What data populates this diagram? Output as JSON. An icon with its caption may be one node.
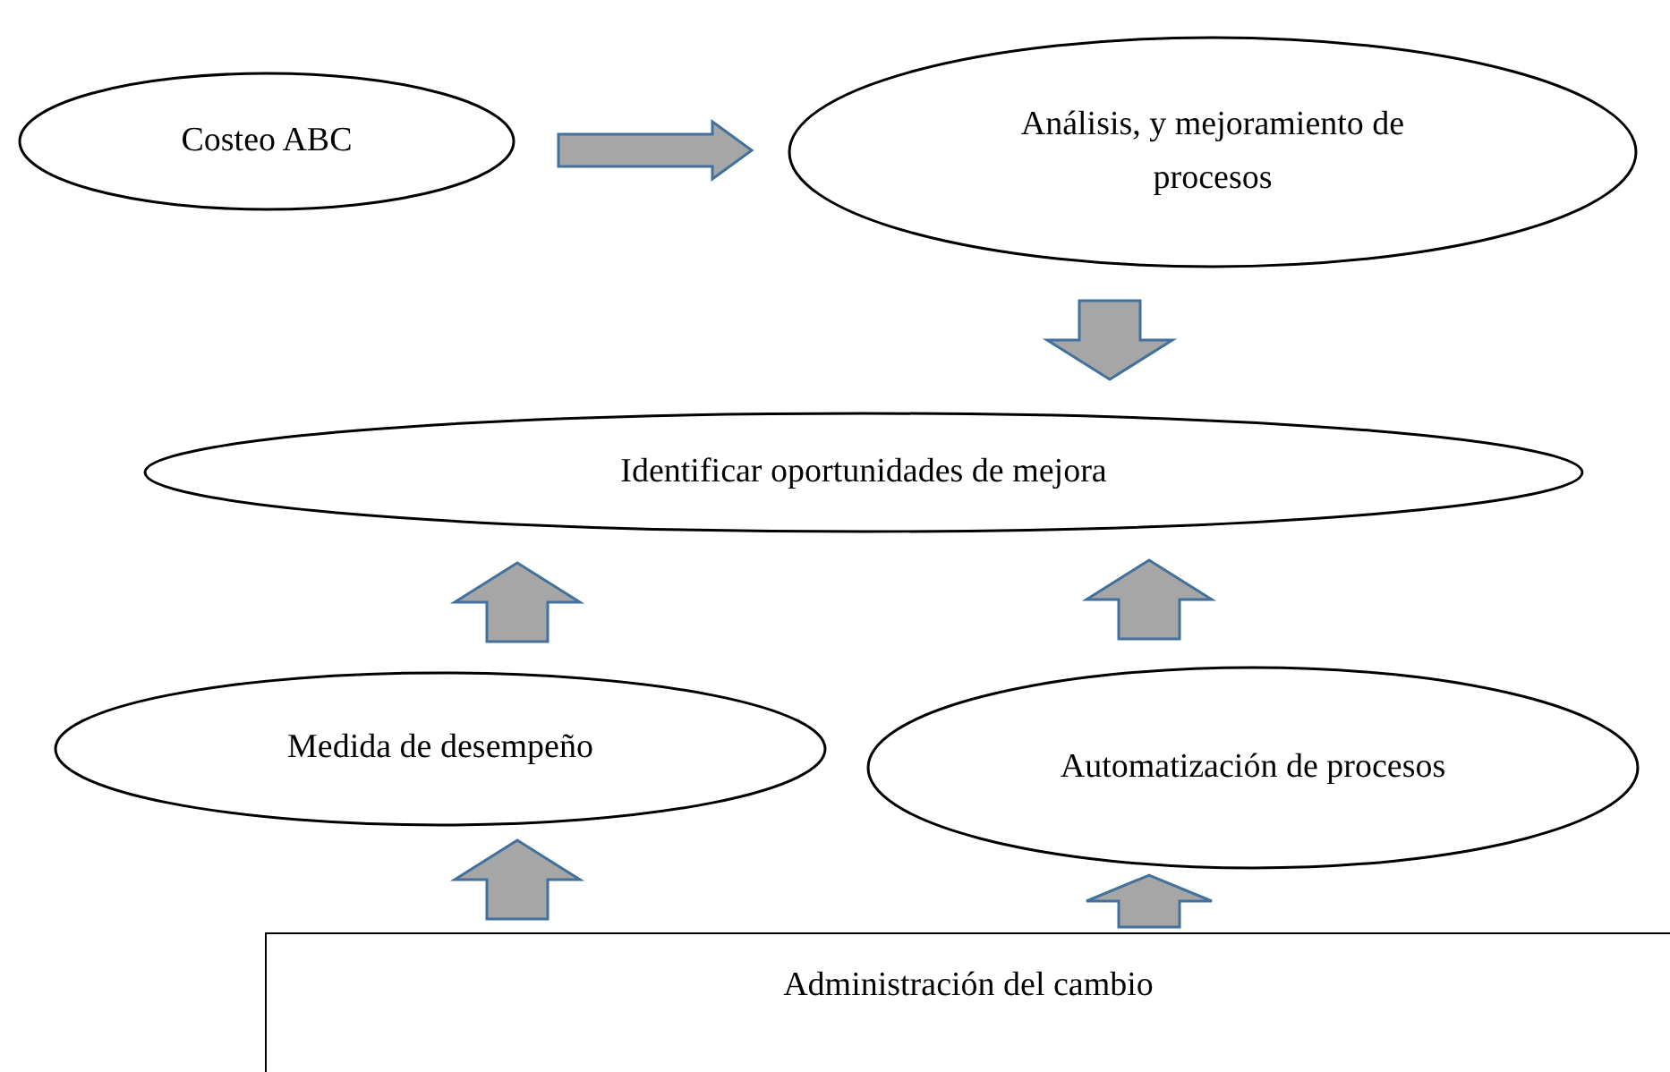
{
  "diagram": {
    "nodes": [
      {
        "text": [
          "Costeo ABC"
        ]
      },
      {
        "text": [
          "Análisis, y mejoramiento de procesos"
        ]
      },
      {
        "text": [
          "Identificar oportunidades de mejora"
        ]
      },
      {
        "text": [
          "Medida de desempeño"
        ]
      },
      {
        "text": [
          "Automatización de procesos"
        ]
      },
      {
        "text": [
          "Administración del cambio"
        ]
      }
    ],
    "edges": [
      {
        "from": 0,
        "to": 1,
        "arrow": "to"
      },
      {
        "from": 1,
        "to": 2,
        "arrow": "to"
      },
      {
        "from": 3,
        "to": 2,
        "arrow": "to"
      },
      {
        "from": 4,
        "to": 2,
        "arrow": "to"
      },
      {
        "from": 5,
        "to": 3,
        "arrow": "to"
      },
      {
        "from": 5,
        "to": 4,
        "arrow": "to"
      }
    ]
  }
}
